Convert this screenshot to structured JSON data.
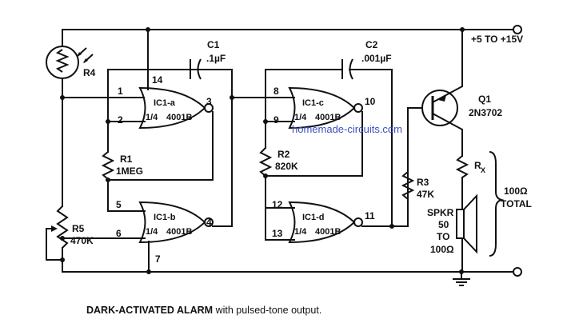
{
  "diagram": {
    "supply": "+5 TO +15V",
    "watermark": "homemade-circuits.com",
    "caption_bold": "DARK-ACTIVATED ALARM",
    "caption_rest": " with pulsed-tone output.",
    "ic1a": {
      "name": "IC1-a",
      "part": "4001B",
      "frac": "1/4",
      "pins": [
        "1",
        "2",
        "3",
        "14"
      ]
    },
    "ic1b": {
      "name": "IC1-b",
      "part": "4001B",
      "frac": "1/4",
      "pins": [
        "5",
        "6",
        "4",
        "7"
      ]
    },
    "ic1c": {
      "name": "IC1-c",
      "part": "4001B",
      "frac": "1/4",
      "pins": [
        "8",
        "9",
        "10"
      ]
    },
    "ic1d": {
      "name": "IC1-d",
      "part": "4001B",
      "frac": "1/4",
      "pins": [
        "12",
        "13",
        "11"
      ]
    },
    "r4": "R4",
    "r1": {
      "name": "R1",
      "value": "1MEG"
    },
    "r5": {
      "name": "R5",
      "value": "470K"
    },
    "r2": {
      "name": "R2",
      "value": "820K"
    },
    "r3": {
      "name": "R3",
      "value": "47K"
    },
    "c1": {
      "name": "C1",
      "value": ".1µF"
    },
    "c2": {
      "name": "C2",
      "value": ".001µF"
    },
    "q1": {
      "name": "Q1",
      "part": "2N3702"
    },
    "rx": {
      "name": "R",
      "sub": "X"
    },
    "total": {
      "value": "100Ω",
      "label": "TOTAL"
    },
    "spkr": {
      "name": "SPKR",
      "v1": "50",
      "to": "TO",
      "v2": "100Ω"
    }
  }
}
